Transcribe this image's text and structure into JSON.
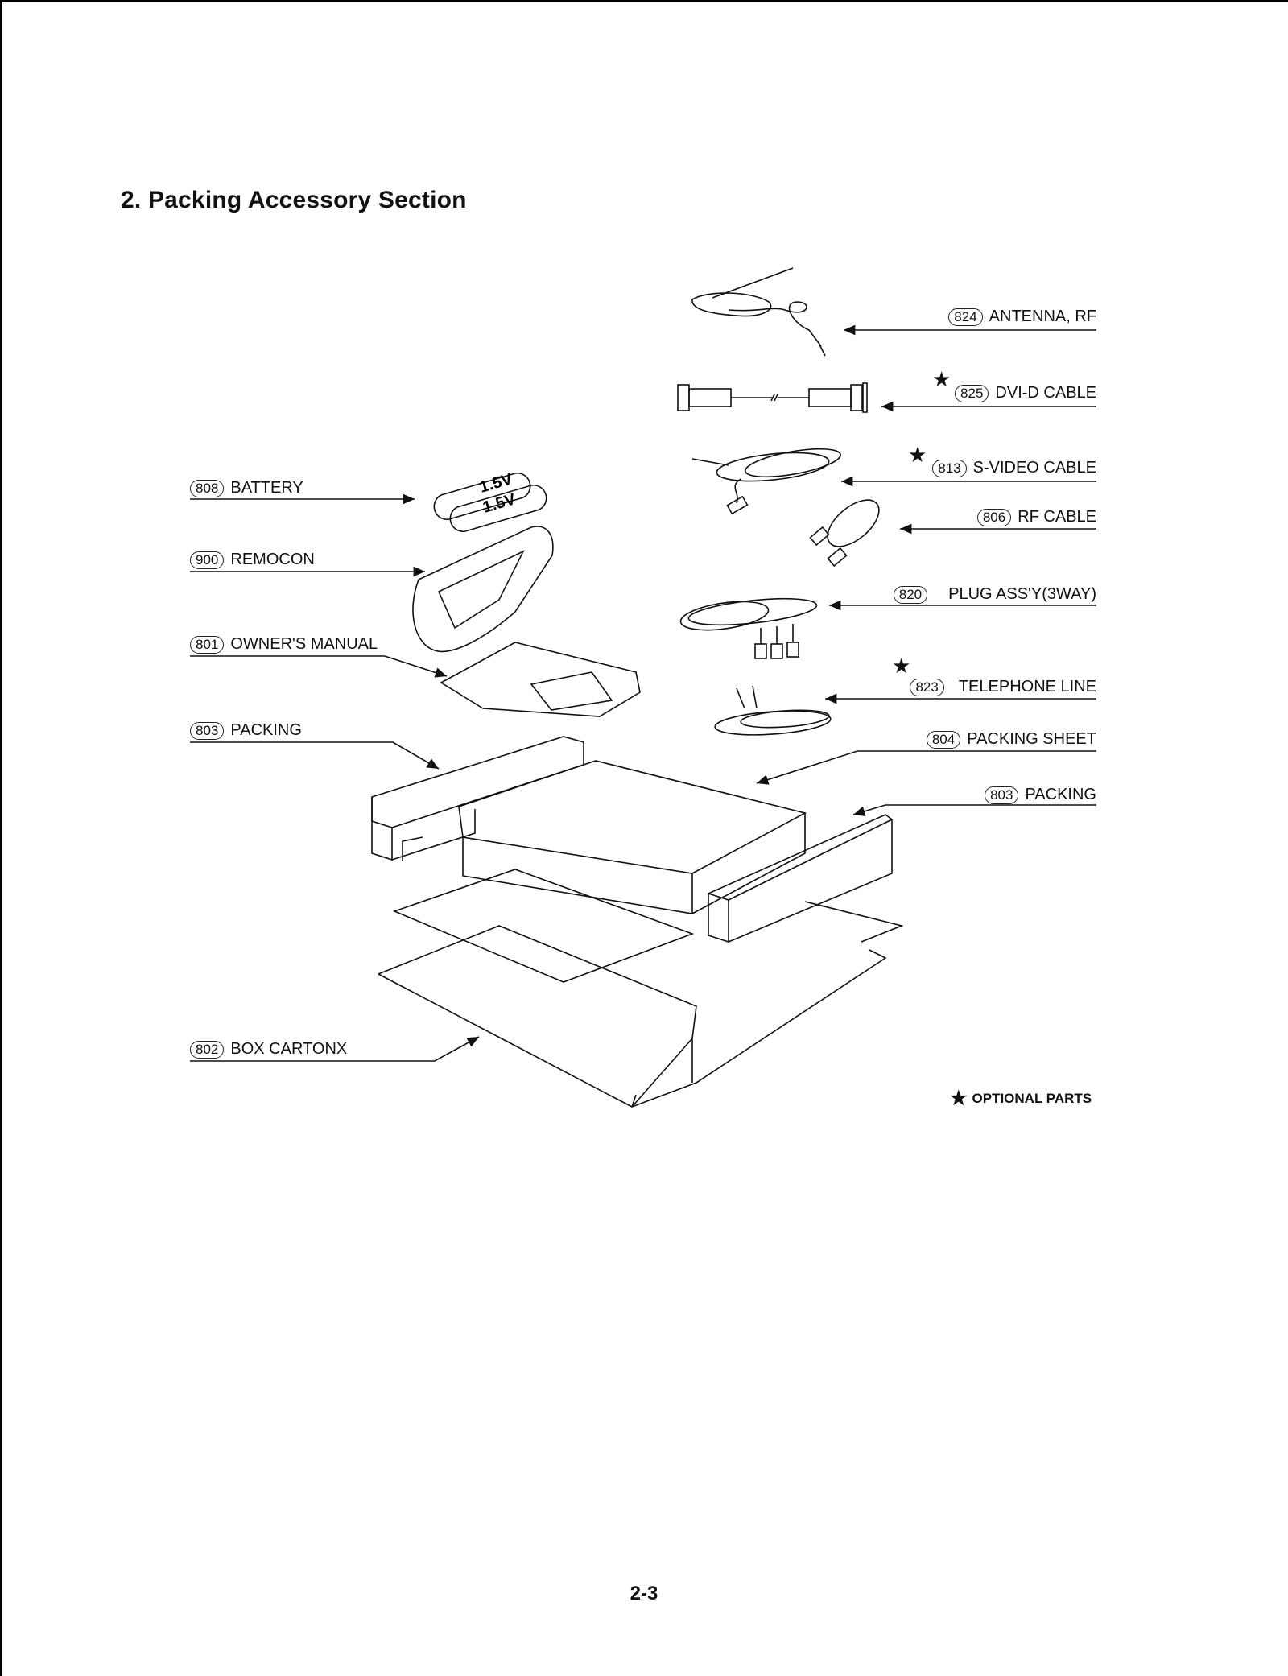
{
  "section_title": "2. Packing Accessory Section",
  "page_number": "2-3",
  "optional_note": {
    "symbol": "★",
    "text": "OPTIONAL PARTS"
  },
  "battery_marking": "1.5V",
  "parts_left": [
    {
      "number": "808",
      "name": "BATTERY",
      "optional": false
    },
    {
      "number": "900",
      "name": "REMOCON",
      "optional": false
    },
    {
      "number": "801",
      "name": "OWNER'S MANUAL",
      "optional": false
    },
    {
      "number": "803",
      "name": "PACKING",
      "optional": false
    },
    {
      "number": "802",
      "name": "BOX CARTONX",
      "optional": false
    }
  ],
  "parts_right": [
    {
      "number": "824",
      "name": "ANTENNA, RF",
      "optional": false
    },
    {
      "number": "825",
      "name": "DVI-D CABLE",
      "optional": true
    },
    {
      "number": "813",
      "name": "S-VIDEO CABLE",
      "optional": true
    },
    {
      "number": "806",
      "name": "RF CABLE",
      "optional": false
    },
    {
      "number": "820",
      "name": "PLUG ASS'Y(3WAY)",
      "optional": false
    },
    {
      "number": "823",
      "name": "TELEPHONE LINE",
      "optional": true
    },
    {
      "number": "804",
      "name": "PACKING SHEET",
      "optional": false
    },
    {
      "number": "803",
      "name": "PACKING",
      "optional": false
    }
  ]
}
